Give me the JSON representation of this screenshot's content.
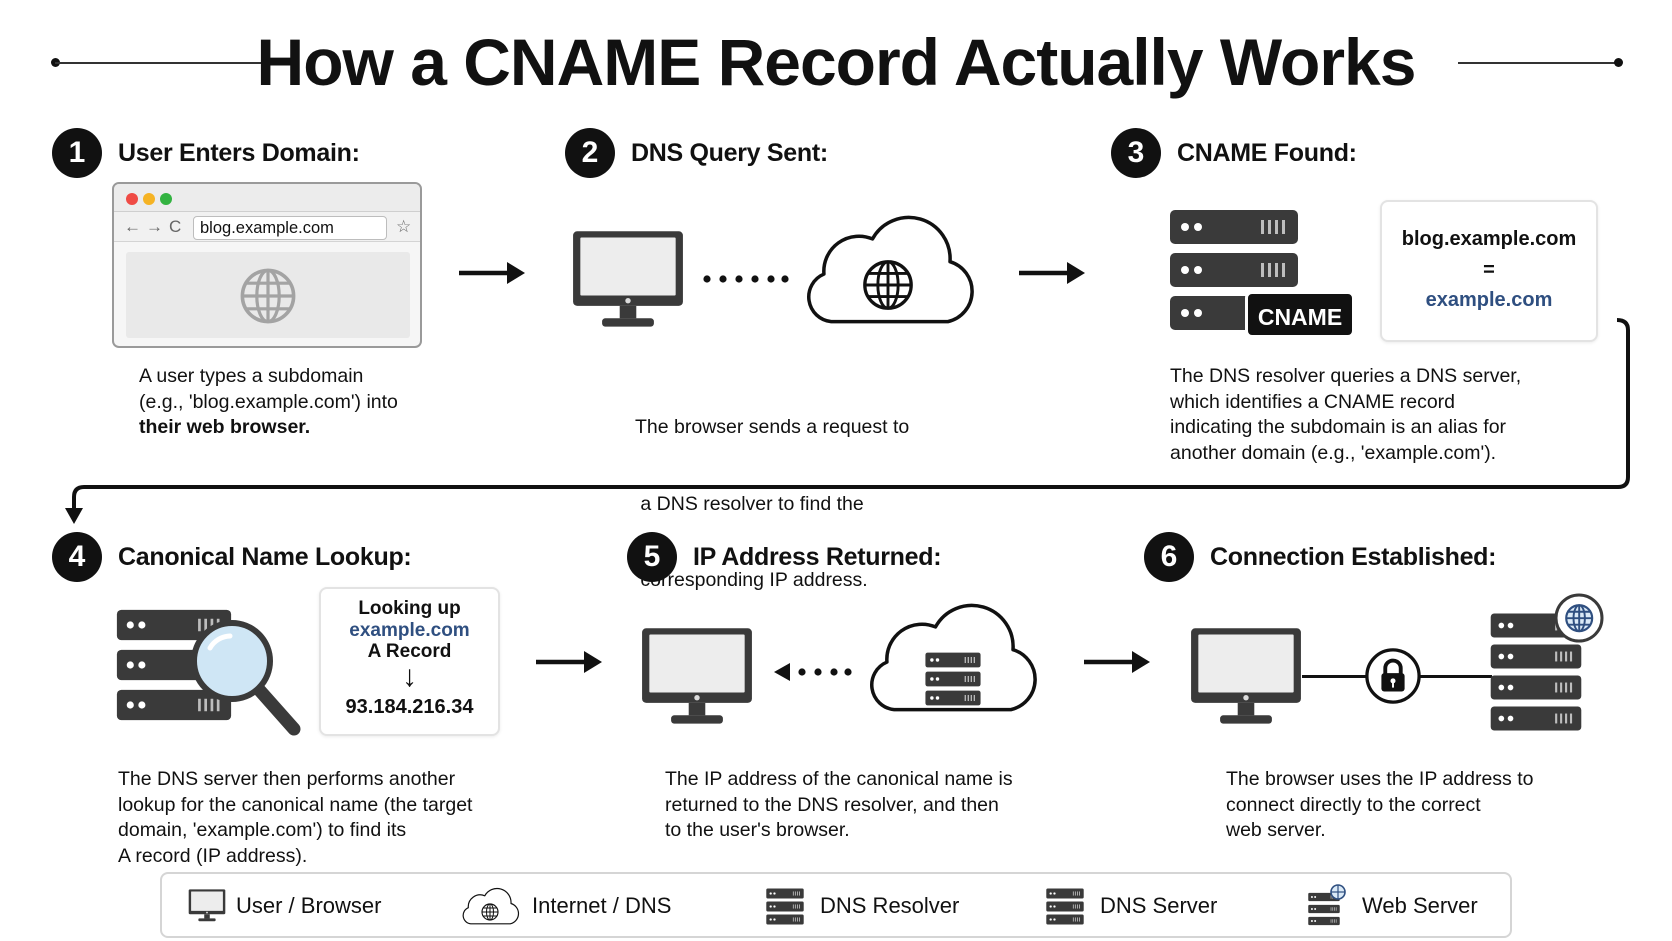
{
  "title": "How a CNAME Record Actually Works",
  "steps": [
    {
      "number": "1",
      "title": "User Enters Domain:",
      "desc_lines": [
        "A user types a subdomain",
        "(e.g., 'blog.example.com') into"
      ],
      "desc_bold": "their web browser."
    },
    {
      "number": "2",
      "title": "DNS Query Sent:",
      "desc_lines": [
        "The browser sends a request to",
        " a DNS resolver to find the",
        " corresponding IP address."
      ]
    },
    {
      "number": "3",
      "title": "CNAME Found:",
      "desc_lines": [
        "The DNS resolver queries a DNS server,",
        "which identifies a CNAME record",
        "indicating the subdomain is an alias for",
        "another domain (e.g., 'example.com')."
      ]
    },
    {
      "number": "4",
      "title": "Canonical Name Lookup:",
      "desc_lines": [
        "The DNS server then performs another",
        "lookup for the canonical name (the target",
        "domain, 'example.com') to find its",
        "A record (IP address)."
      ]
    },
    {
      "number": "5",
      "title": "IP Address Returned:",
      "desc_lines": [
        "The IP address of the canonical name is",
        "returned to the DNS resolver, and then",
        "to the user's browser."
      ]
    },
    {
      "number": "6",
      "title": "Connection Established:",
      "desc_lines": [
        "The browser uses the IP address to",
        "connect directly to the correct",
        "web server."
      ]
    }
  ],
  "browser": {
    "url": "blog.example.com"
  },
  "cname_tag": "CNAME",
  "cname_box": {
    "alias": "blog.example.com",
    "equals": "=",
    "target": "example.com"
  },
  "lookup_box": {
    "line1": "Looking up",
    "domain": "example.com",
    "record": "A Record",
    "arrow": "↓",
    "ip": "93.184.216.34"
  },
  "legend": [
    {
      "icon": "monitor-icon",
      "label": "User / Browser"
    },
    {
      "icon": "cloud-icon",
      "label": "Internet / DNS"
    },
    {
      "icon": "resolver-server-icon",
      "label": "DNS Resolver"
    },
    {
      "icon": "dns-server-icon",
      "label": "DNS Server"
    },
    {
      "icon": "web-server-icon",
      "label": "Web Server"
    }
  ],
  "colors": {
    "accent_blue": "#2f4f80",
    "ink": "#111111",
    "server_dark": "#3a3a3a",
    "lens_blue": "#cfe6f5"
  }
}
